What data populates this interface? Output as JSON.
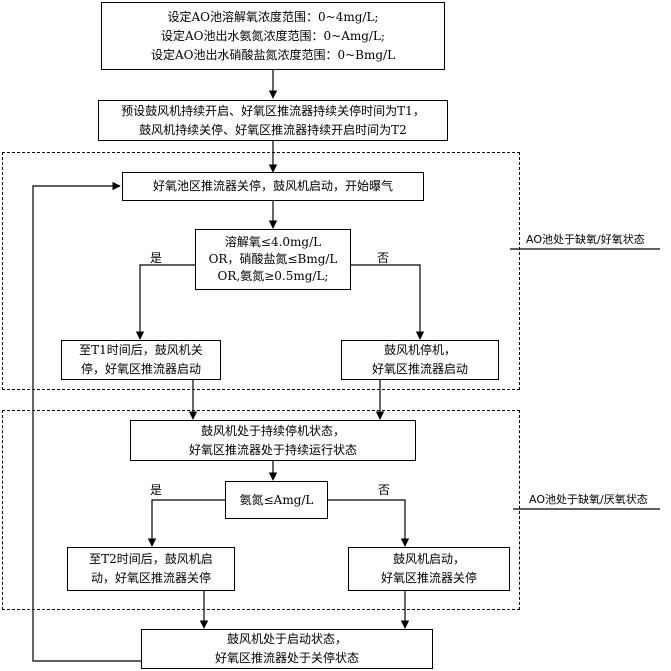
{
  "boxes": {
    "setpoints": {
      "lines": [
        "设定AO池溶解氧浓度范围：0~4mg/L;",
        "设定AO池出水氨氮浓度范围：0~Amg/L;",
        "设定AO池出水硝酸盐氮浓度范围：0~Bmg/L"
      ]
    },
    "preset_times": {
      "lines": [
        "预设鼓风机持续开启、好氧区推流器持续关停时间为T1，",
        "鼓风机持续关停、好氧区推流器持续开启时间为T2"
      ]
    },
    "start_aeration": {
      "lines": [
        "好氧池区推流器关停，鼓风机启动，开始曝气"
      ]
    },
    "condition_1": {
      "lines": [
        "溶解氧≤4.0mg/L",
        "OR，硝酸盐氮≤Bmg/L",
        "OR,氨氮≥0.5mg/L;"
      ]
    },
    "yes_1_action": {
      "lines": [
        "至T1时间后，鼓风机关",
        "停，好氧区推流器启动"
      ]
    },
    "no_1_action": {
      "lines": [
        "鼓风机停机，",
        "好氧区推流器启动"
      ]
    },
    "blower_stopped": {
      "lines": [
        "鼓风机处于持续停机状态，",
        "好氧区推流器处于持续运行状态"
      ]
    },
    "condition_2": {
      "lines": [
        "氨氮≤Amg/L"
      ]
    },
    "yes_2_action": {
      "lines": [
        "至T2时间后，鼓风机启",
        "动，好氧区推流器关停"
      ]
    },
    "no_2_action": {
      "lines": [
        "鼓风机启动，",
        "好氧区推流器关停"
      ]
    },
    "blower_running": {
      "lines": [
        "鼓风机处于启动状态，",
        "好氧区推流器处于关停状态"
      ]
    }
  },
  "branch_labels": {
    "yes_1": "是",
    "no_1": "否",
    "yes_2": "是",
    "no_2": "否"
  },
  "region_labels": {
    "anoxic_aerobic": "AO池处于缺氧/好氧状态",
    "anoxic_anaerobic": "AO池处于缺氧/厌氧状态"
  }
}
